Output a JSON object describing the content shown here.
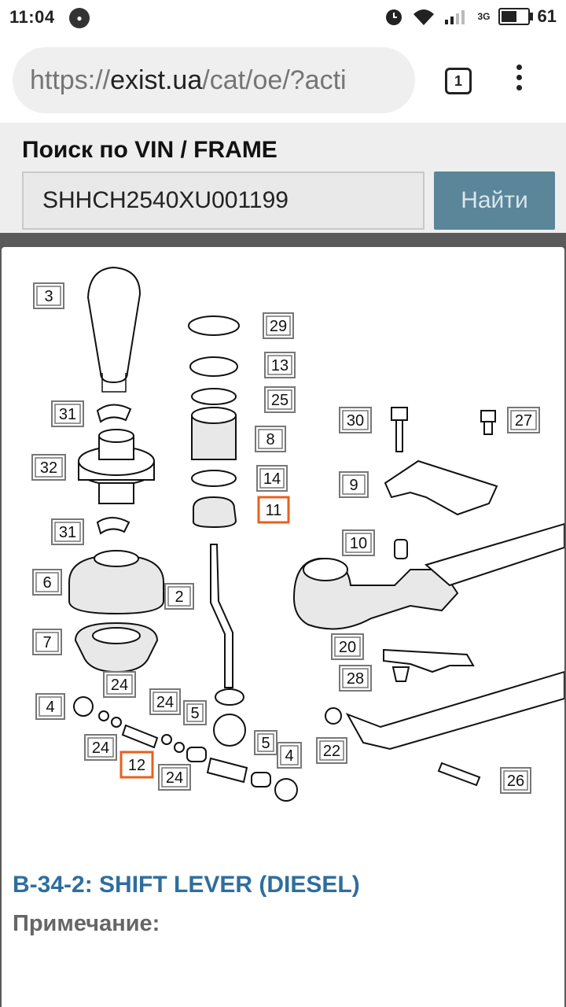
{
  "status_bar": {
    "time": "11:04",
    "network": "3G",
    "battery": "61",
    "battery_level": 0.61
  },
  "browser": {
    "url_scheme": "https://",
    "url_host": "exist.ua",
    "url_path": "/cat/oe/?acti",
    "tab_count": "1",
    "icons": [
      "chat-bubble-icon",
      "alarm-icon",
      "wifi-icon",
      "signal-icon",
      "battery-icon",
      "menu-dots-icon"
    ]
  },
  "search": {
    "title": "Поиск по VIN / FRAME",
    "vin_value": "SHHCH2540XU001199",
    "button_label": "Найти"
  },
  "diagram": {
    "callouts": [
      "3",
      "29",
      "13",
      "25",
      "31",
      "30",
      "27",
      "8",
      "32",
      "14",
      "9",
      "11",
      "31",
      "10",
      "6",
      "2",
      "7",
      "20",
      "24",
      "28",
      "4",
      "24",
      "5",
      "24",
      "5",
      "4",
      "22",
      "26",
      "12",
      "24"
    ],
    "highlighted": [
      "11",
      "12"
    ],
    "highlight_color": "#e8601c"
  },
  "footer": {
    "title": "B-34-2: SHIFT LEVER (DIESEL)",
    "note_label": "Примечание:"
  },
  "colors": {
    "accent": "#5b8599",
    "title": "#2e6e9e",
    "highlight": "#e8601c"
  }
}
